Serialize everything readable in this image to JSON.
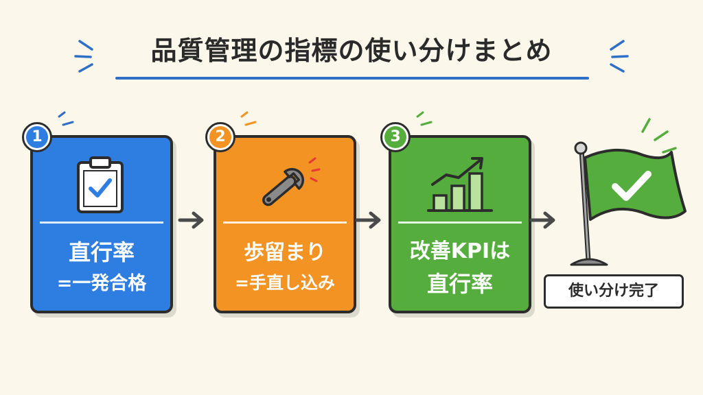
{
  "title": "品質管理の指標の使い分けまとめ",
  "steps": [
    {
      "number": "1",
      "line1": "直行率",
      "line2": "=一発合格",
      "color": "#2e7de0",
      "icon": "clipboard-check-icon"
    },
    {
      "number": "2",
      "line1": "歩留まり",
      "line2": "=手直し込み",
      "color": "#f39323",
      "icon": "wrench-icon"
    },
    {
      "number": "3",
      "line1": "改善KPIは",
      "line2": "直行率",
      "color": "#54ad3d",
      "icon": "bar-chart-up-icon"
    }
  ],
  "goal": {
    "label": "使い分け完了",
    "color": "#54ad3d",
    "icon": "flag-check-icon"
  },
  "colors": {
    "background": "#fbf7ea",
    "accent_blue": "#2f6fc8",
    "outline": "#2c2c2c"
  }
}
